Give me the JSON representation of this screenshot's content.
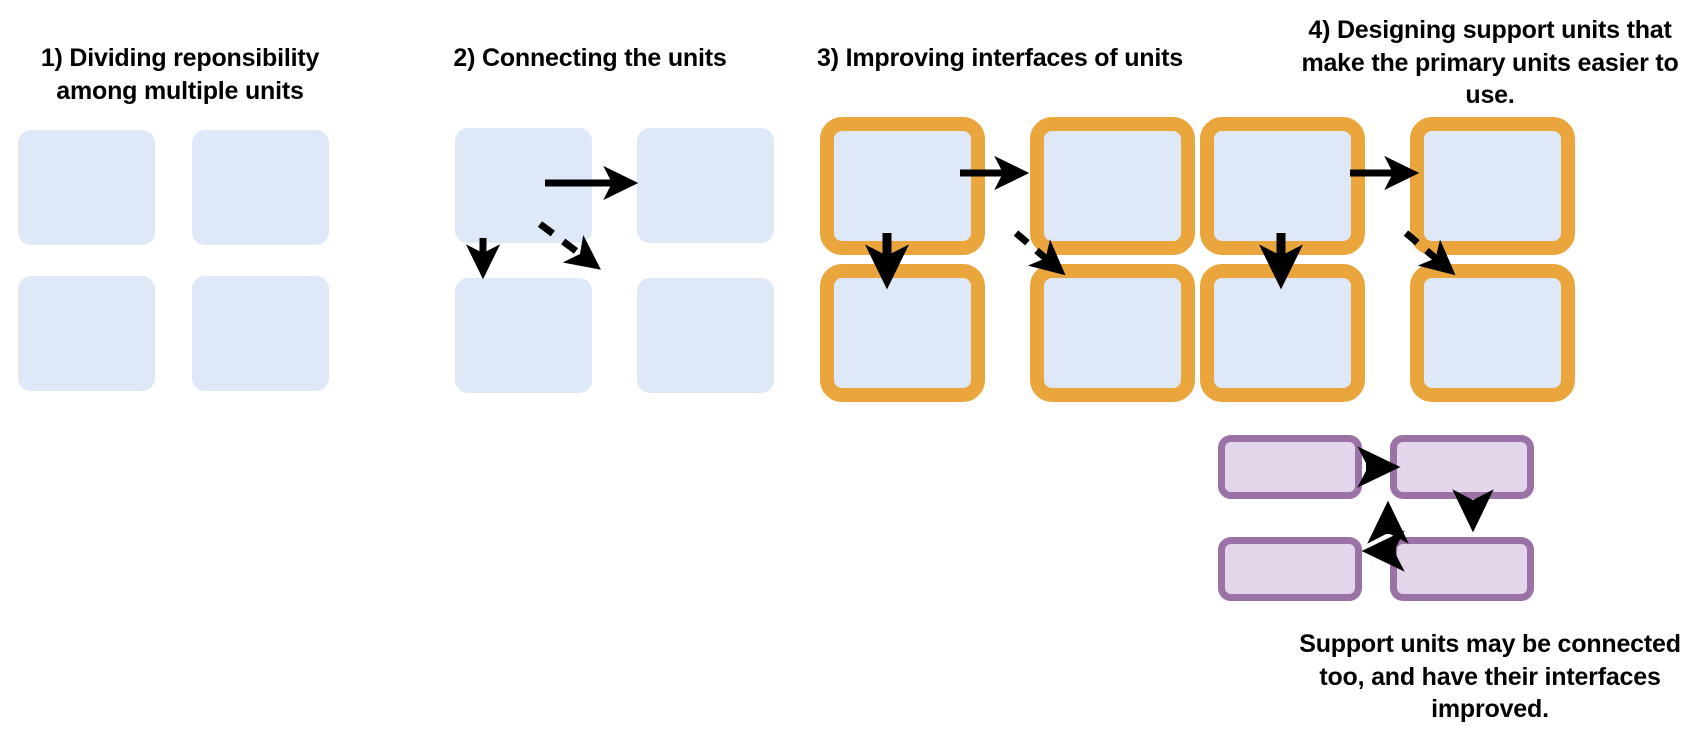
{
  "diagram": {
    "title_font_color": "#000000",
    "colors": {
      "unit_fill": "#dfe8f7",
      "interface_border": "#eaa63c",
      "support_fill": "#e3d5ea",
      "support_border": "#9b72a5",
      "arrow": "#000000",
      "background": "#ffffff"
    }
  },
  "panels": [
    {
      "id": "panel-1",
      "title": "1) Dividing reponsibility among multiple units",
      "units": [
        {
          "name": "unit-top-left"
        },
        {
          "name": "unit-top-right"
        },
        {
          "name": "unit-bottom-left"
        },
        {
          "name": "unit-bottom-right"
        }
      ],
      "arrows": []
    },
    {
      "id": "panel-2",
      "title": "2) Connecting the units",
      "units": [
        {
          "name": "unit-top-left"
        },
        {
          "name": "unit-top-right"
        },
        {
          "name": "unit-bottom-left"
        },
        {
          "name": "unit-bottom-right"
        }
      ],
      "arrows": [
        {
          "name": "arrow-right-solid",
          "style": "solid",
          "direction": "right"
        },
        {
          "name": "arrow-down-solid",
          "style": "solid",
          "direction": "down"
        },
        {
          "name": "arrow-diagonal-dashed",
          "style": "dashed",
          "direction": "down-right"
        }
      ]
    },
    {
      "id": "panel-3",
      "title": "3) Improving interfaces of units",
      "units": [
        {
          "name": "unit-top-left"
        },
        {
          "name": "unit-top-right"
        },
        {
          "name": "unit-bottom-left"
        },
        {
          "name": "unit-bottom-right"
        }
      ],
      "arrows": [
        {
          "name": "arrow-right-solid",
          "style": "solid",
          "direction": "right"
        },
        {
          "name": "arrow-down-solid",
          "style": "solid",
          "direction": "down"
        },
        {
          "name": "arrow-diagonal-dashed",
          "style": "dashed",
          "direction": "down-right"
        }
      ]
    },
    {
      "id": "panel-4",
      "title": "4) Designing support units that make the primary units easier to use.",
      "caption": "Support units may be connected too, and have their interfaces improved.",
      "units": [
        {
          "name": "unit-top-left"
        },
        {
          "name": "unit-top-right"
        },
        {
          "name": "unit-bottom-left"
        },
        {
          "name": "unit-bottom-right"
        }
      ],
      "support_units": [
        {
          "name": "support-unit-top-left"
        },
        {
          "name": "support-unit-top-right"
        },
        {
          "name": "support-unit-bottom-left"
        },
        {
          "name": "support-unit-bottom-right"
        }
      ],
      "arrows": [
        {
          "name": "arrow-right-solid",
          "style": "solid",
          "direction": "right"
        },
        {
          "name": "arrow-down-solid",
          "style": "solid",
          "direction": "down"
        },
        {
          "name": "arrow-diagonal-dashed",
          "style": "dashed",
          "direction": "down-right"
        },
        {
          "name": "support-arrow-right",
          "style": "solid",
          "direction": "right"
        },
        {
          "name": "support-arrow-down",
          "style": "solid",
          "direction": "down"
        },
        {
          "name": "support-arrow-left",
          "style": "solid",
          "direction": "left"
        },
        {
          "name": "support-arrow-up",
          "style": "solid",
          "direction": "up"
        }
      ]
    }
  ]
}
